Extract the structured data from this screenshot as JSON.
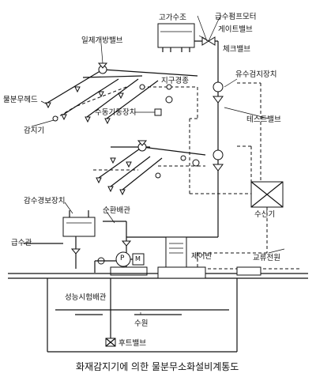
{
  "labels": {
    "gosu_tank": "고가수조",
    "pump_starter": "급수펌프모터",
    "gate_valve": "게이트밸브",
    "check_valve": "체크밸브",
    "deluge_valve": "일제개방밸브",
    "flow_detector": "유수검지장치",
    "test_port": "지구경종",
    "sprinkler_head": "물분무헤드",
    "manual_device": "수동기동장치",
    "test_valve": "테스트밸브",
    "detector": "감지기",
    "alarm_device": "감수경보장치",
    "circulation_pipe": "순환배관",
    "receiver": "수신기",
    "supply_pipe": "급수관",
    "control_panel": "제어반",
    "ac_power": "교류전원",
    "performance_pipe": "성능시험배관",
    "water_source": "수원",
    "foot_valve": "후트밸브",
    "pump_p": "P",
    "motor_m": "M"
  },
  "caption": "화재감지기에 의한 물분무소화설비계통도"
}
